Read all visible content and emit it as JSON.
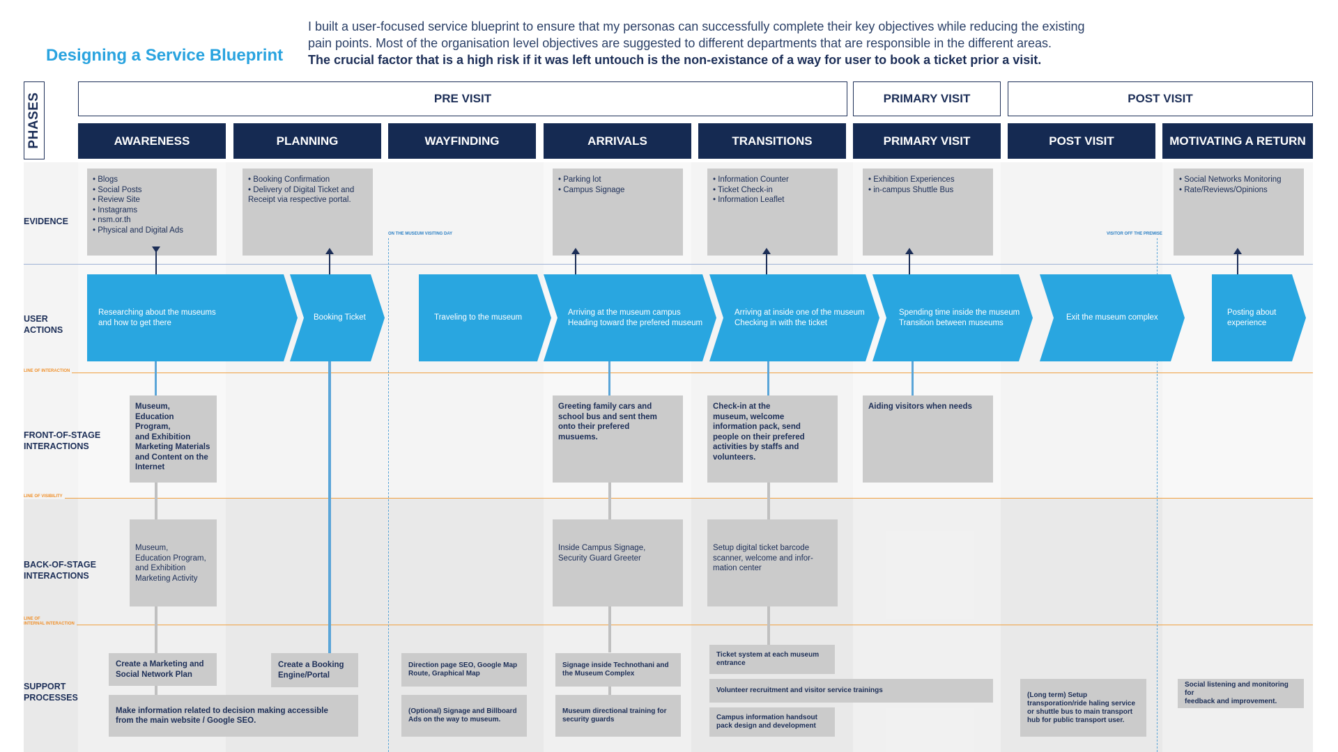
{
  "title": "Designing a Service Blueprint",
  "intro": {
    "line1": "I built a user-focused service blueprint to ensure that my personas can successfully complete their key objectives while reducing the existing",
    "line2": "pain points. Most of the organisation level objectives are suggested to different departments that are responsible in the different areas.",
    "bold": "The crucial factor that is a high risk if it was left untouch is the non-existance of a way for user to book a ticket prior a visit."
  },
  "phases_label": "PHASES",
  "phases": [
    "PRE VISIT",
    "PRIMARY VISIT",
    "POST VISIT"
  ],
  "stages": [
    "AWARENESS",
    "PLANNING",
    "WAYFINDING",
    "ARRIVALS",
    "TRANSITIONS",
    "PRIMARY VISIT",
    "POST VISIT",
    "MOTIVATING A RETURN"
  ],
  "rows": {
    "evidence": "EVIDENCE",
    "user_actions": "USER\nACTIONS",
    "front": "FRONT-OF-STAGE\nINTERACTIONS",
    "back": "BACK-OF-STAGE\nINTERACTIONS",
    "support": "SUPPORT\nPROCESSES"
  },
  "lines": {
    "interaction": "LINE OF INTERACTION",
    "visibility": "LINE OF VISIBILITY",
    "internal": "LINE OF\nINTERNAL INTERACTION"
  },
  "markers": {
    "on_day": "ON THE MUSEUM VISITING DAY",
    "off_premise": "VISITOR OFF THE PREMISE"
  },
  "evidence": {
    "awareness": [
      "Blogs",
      "Social Posts",
      "Review Site",
      "Instagrams",
      "nsm.or.th",
      "Physical and Digital Ads"
    ],
    "planning": [
      "Booking Confirmation",
      "Delivery of Digital Ticket and Receipt via respective portal."
    ],
    "arrivals": [
      "Parking lot",
      "Campus Signage"
    ],
    "transitions": [
      "Information Counter",
      "Ticket Check-in",
      "Information Leaflet"
    ],
    "primary": [
      "Exhibition Experiences",
      "in-campus Shuttle Bus"
    ],
    "motivating": [
      "Social Networks Monitoring",
      "Rate/Reviews/Opinions"
    ]
  },
  "actions": {
    "awareness": "Researching about the museums\nand how to get there",
    "planning": "Booking Ticket",
    "wayfinding": "Traveling to the museum",
    "arrivals": "Arriving at the museum campus\nHeading toward the prefered museum",
    "transitions": "Arriving at inside one of the museum\nChecking in with the ticket",
    "primary": "Spending time inside the museum\nTransition between museums",
    "post": "Exit the museum complex",
    "motivating": "Posting about\nexperience"
  },
  "front": {
    "awareness": "Museum,\nEducation Program,\nand Exhibition\nMarketing Materials\nand Content on the\nInternet",
    "arrivals": "Greeting family cars and\nschool bus and sent them\nonto their prefered\nmusuems.",
    "transitions": "Check-in at the\nmuseum, welcome\ninformation pack, send\npeople on their prefered\nactivities by staffs and\nvolunteers.",
    "primary": "Aiding visitors when needs"
  },
  "back": {
    "awareness": "Museum,\nEducation Program,\nand Exhibition\nMarketing Activity",
    "arrivals": "Inside Campus Signage,\nSecurity Guard Greeter",
    "transitions": "Setup digital ticket barcode\nscanner, welcome and infor-\nmation center"
  },
  "support": {
    "marketing_plan": "Create a Marketing and\nSocial Network Plan",
    "booking_engine": "Create a Booking\nEngine/Portal",
    "decision_info": "Make information related to decision making accessible\nfrom the main website / Google SEO.",
    "direction_seo": "Direction page SEO, Google Map\nRoute, Graphical Map",
    "billboard": "(Optional) Signage and Billboard\nAds on the way to museum.",
    "signage_inside": "Signage inside Technothani and\nthe Museum Complex",
    "security_training": "Museum directional training for\nsecurity guards",
    "ticket_system": "Ticket system at each museum\nentrance",
    "volunteer": "Volunteer recruitment and visitor service trainings",
    "handsout": "Campus information handsout\npack design and development",
    "transport": "(Long term) Setup\ntransporation/ride haling service\nor shuttle bus to main transport\nhub for public transport user.",
    "social_listening": "Social listening and monitoring for\nfeedback and improvement."
  },
  "colors": {
    "navy": "#152a52",
    "accent_blue": "#29a3df",
    "chevron": "#29a6e0",
    "card_grey": "#cbcbcb",
    "orange_line": "#f0a040"
  }
}
